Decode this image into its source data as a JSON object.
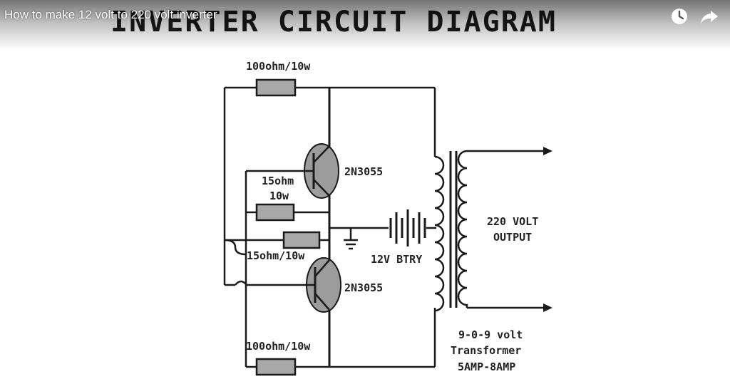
{
  "video": {
    "title": "How to make 12 volt to 220 volt inverter"
  },
  "controls": {
    "icons": [
      "watch-later-clock-icon",
      "share-arrow-icon"
    ]
  },
  "diagram": {
    "heading": "INVERTER CIRCUIT DIAGRAM",
    "labels": {
      "r_top": "100ohm/10w",
      "r_mid_line1": "15ohm",
      "r_mid_line2": "10w",
      "r_lower": "15ohm/10w",
      "r_bottom": "100ohm/10w",
      "q_top": "2N3055",
      "q_bottom": "2N3055",
      "battery": "12V BTRY",
      "output_line1": "220 VOLT",
      "output_line2": "OUTPUT",
      "transformer_line1": "9-0-9 volt",
      "transformer_line2": "Transformer",
      "transformer_line3": "5AMP-8AMP"
    }
  },
  "colors": {
    "ink": "#1a1a1a",
    "component_fill": "#9c9c9c",
    "title_text": "#ffffff"
  }
}
